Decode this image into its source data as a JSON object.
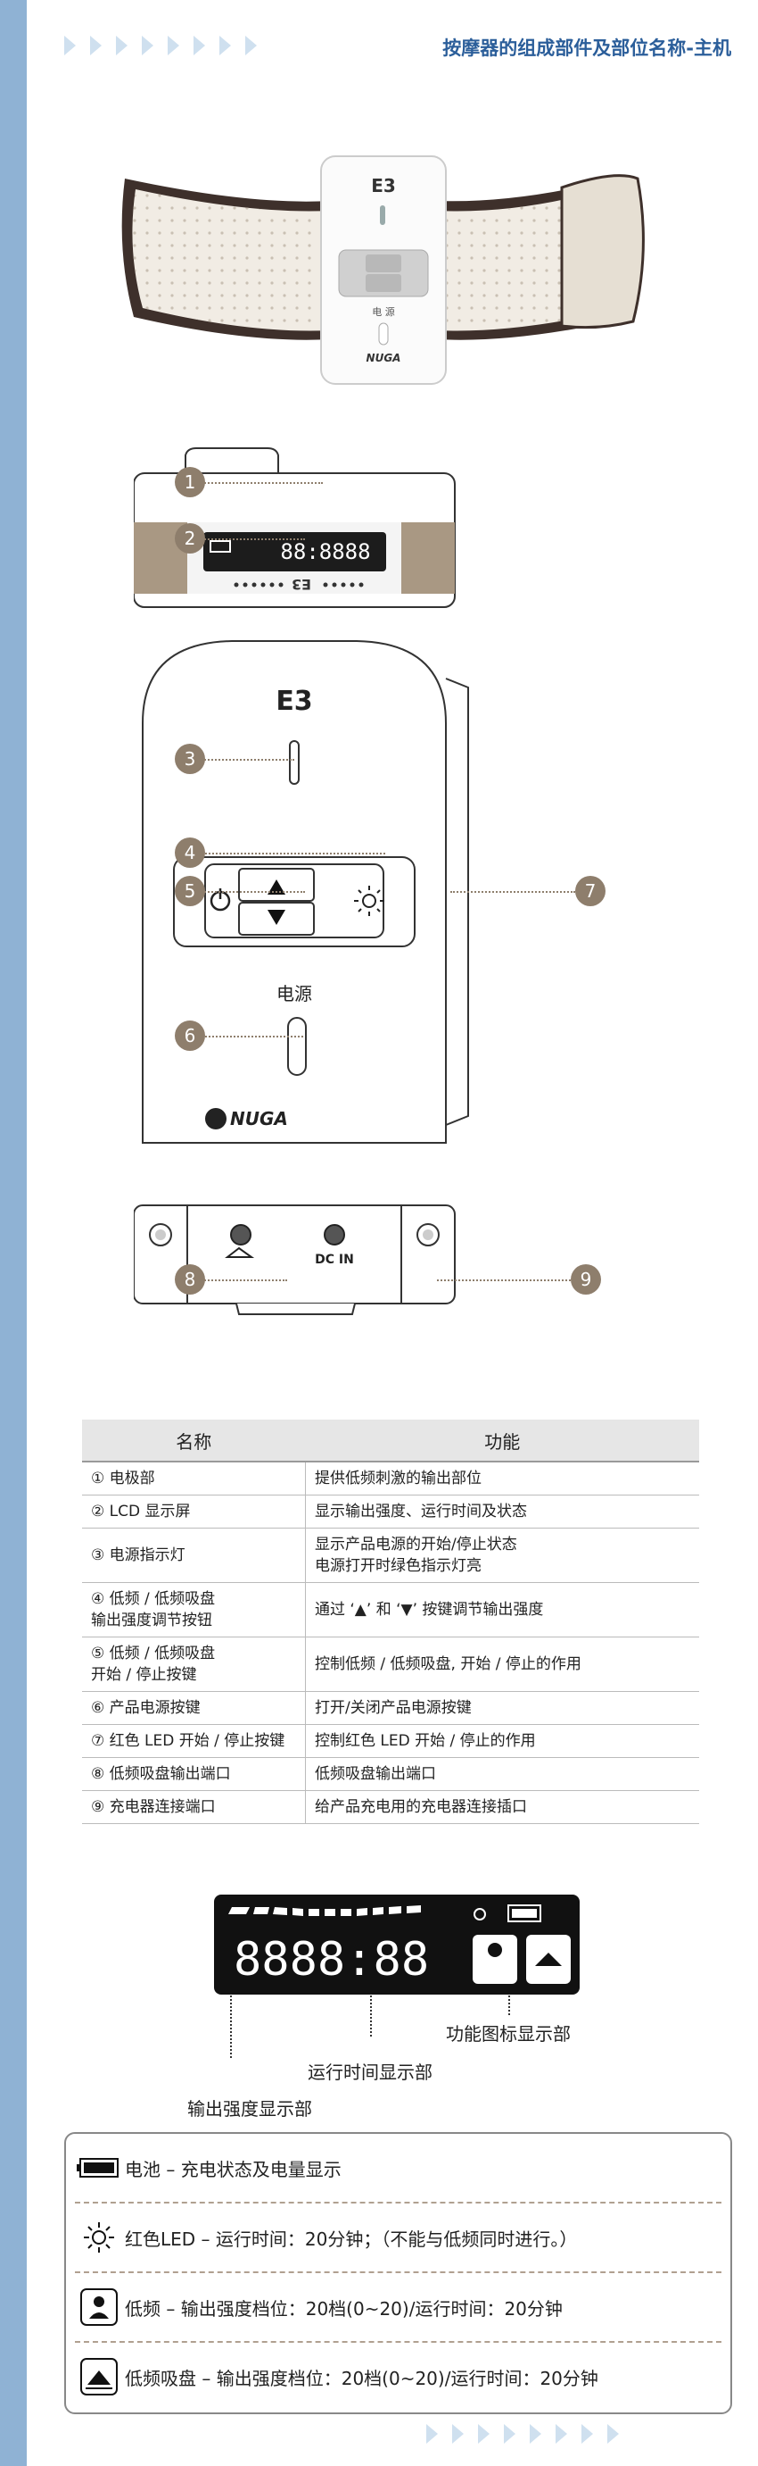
{
  "page": {
    "title": "按摩器的组成部件及部位名称-主机"
  },
  "device": {
    "logo_e3": "E3",
    "power_label": "电源",
    "brand": "NUGA",
    "dc_in": "DC IN",
    "lcd_sample": "88:8888"
  },
  "callouts": [
    "1",
    "2",
    "3",
    "4",
    "5",
    "6",
    "7",
    "8",
    "9"
  ],
  "table": {
    "headers": [
      "名称",
      "功能"
    ],
    "rows": [
      {
        "name": "① 电极部",
        "func": "提供低频刺激的输出部位"
      },
      {
        "name": "② LCD 显示屏",
        "func": "显示输出强度、运行时间及状态"
      },
      {
        "name": "③ 电源指示灯",
        "func": "显示产品电源的开始/停止状态\n电源打开时绿色指示灯亮"
      },
      {
        "name": "④ 低频 / 低频吸盘\n    输出强度调节按钮",
        "func": "通过 ‘▲’ 和 ‘▼’ 按键调节输出强度"
      },
      {
        "name": "⑤ 低频 / 低频吸盘\n    开始 / 停止按键",
        "func": "控制低频 / 低频吸盘, 开始 / 停止的作用"
      },
      {
        "name": "⑥ 产品电源按键",
        "func": "打开/关闭产品电源按键"
      },
      {
        "name": "⑦ 红色 LED 开始 / 停止按键",
        "func": "控制红色 LED 开始 / 停止的作用"
      },
      {
        "name": "⑧ 低频吸盘输出端口",
        "func": "低频吸盘输出端口"
      },
      {
        "name": "⑨ 充电器连接端口",
        "func": "给产品充电用的充电器连接插口"
      }
    ]
  },
  "lcd_panel": {
    "digits": "8888:88",
    "label_function_icons": "功能图标显示部",
    "label_run_time": "运行时间显示部",
    "label_output": "输出强度显示部"
  },
  "legend": [
    {
      "icon": "battery-icon",
      "text": "电池 – 充电状态及电量显示"
    },
    {
      "icon": "sun-led-icon",
      "text": "红色LED – 运行时间：20分钟；（不能与低频同时进行。）"
    },
    {
      "icon": "low-frequency-icon",
      "text": "低频 – 输出强度档位：20档(0~20)/运行时间：20分钟"
    },
    {
      "icon": "suction-cup-icon",
      "text": "低频吸盘 – 输出强度档位：20档(0~20)/运行时间：20分钟"
    }
  ],
  "colors": {
    "title": "#2b5e9a",
    "callout": "#8e7e6c",
    "side_bar": "#8fb2d4",
    "belt": "#f1ece4",
    "belt_edge": "#4a3c36"
  }
}
